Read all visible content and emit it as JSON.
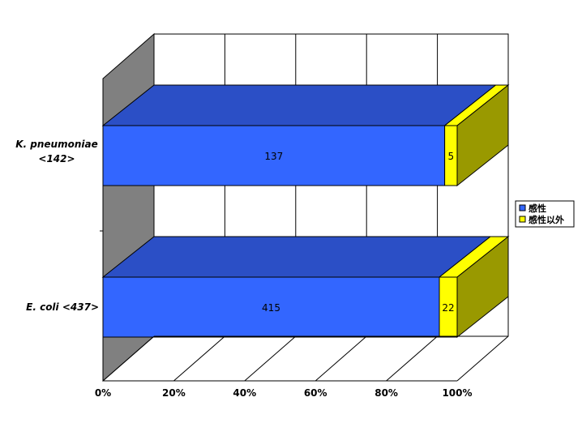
{
  "chart_data": {
    "type": "bar",
    "orientation": "horizontal",
    "stacking": "percent",
    "style": "3d",
    "categories": [
      "K. pneumoniae <142>",
      "E. coli <437>"
    ],
    "series": [
      {
        "name": "感性",
        "values": [
          137,
          415
        ],
        "color": "#3366ff"
      },
      {
        "name": "感性以外",
        "values": [
          5,
          22
        ],
        "color": "#ffff00"
      }
    ],
    "x_ticks": [
      "0%",
      "20%",
      "40%",
      "60%",
      "80%",
      "100%"
    ],
    "xlim": [
      0,
      100
    ],
    "grid": true,
    "legend": "right",
    "colors": {
      "wall": "#808080",
      "blue_top": "#2b4fc6",
      "yellow_side": "#999900"
    }
  }
}
